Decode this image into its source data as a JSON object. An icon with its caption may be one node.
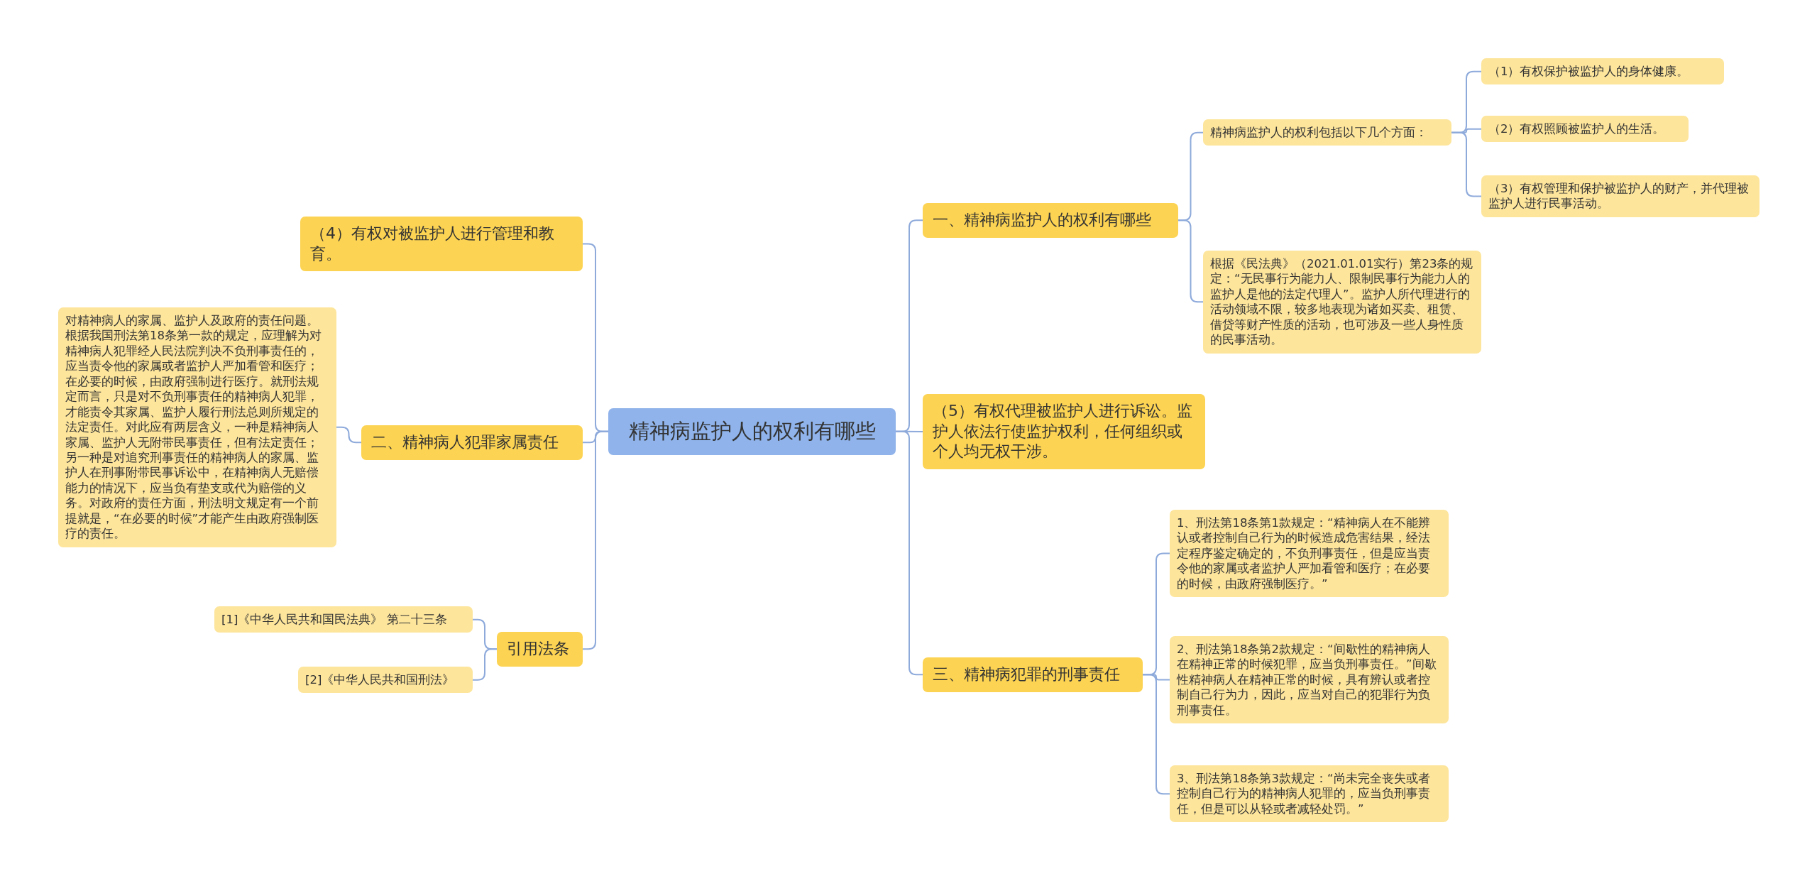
{
  "diagram": {
    "nodes": [
      {
        "text": [
          "精神病监护人的权利有哪些"
        ]
      },
      {
        "text": [
          "一、精神病监护人的权利有哪些"
        ]
      },
      {
        "text": [
          "精神病监护人的权利包括以下几个方面："
        ]
      },
      {
        "text": [
          "（1）有权保护被监护人的身体健康。"
        ]
      },
      {
        "text": [
          "（2）有权照顾被监护人的生活。"
        ]
      },
      {
        "text": [
          "（3）有权管理和保护被监护人的财产，并代理被监护人进行民事活动。"
        ]
      },
      {
        "text": [
          "根据《民法典》（2021.01.01实行）第23条的规定：“无民事行为能力人、限制民事行为能力人的监护人是他的法定代理人”。监护人所代理进行的活动领域不限，较多地表现为诸如买卖、租赁、借贷等财产性质的活动，也可涉及一些人身性质的民事活动。"
        ]
      },
      {
        "text": [
          "（5）有权代理被监护人进行诉讼。监护人依法行使监护权利，任何组织或个人均无权干涉。"
        ]
      },
      {
        "text": [
          "三、精神病犯罪的刑事责任"
        ]
      },
      {
        "text": [
          "1、刑法第18条第1款规定：“精神病人在不能辨认或者控制自己行为的时候造成危害结果，经法定程序鉴定确定的，不负刑事责任，但是应当责令他的家属或者监护人严加看管和医疗；在必要的时候，由政府强制医疗。”"
        ]
      },
      {
        "text": [
          "2、刑法第18条第2款规定：“间歇性的精神病人在精神正常的时候犯罪，应当负刑事责任。”间歇性精神病人在精神正常的时候，具有辨认或者控制自己行为力，因此，应当对自己的犯罪行为负刑事责任。"
        ]
      },
      {
        "text": [
          "3、刑法第18条第3款规定：“尚未完全丧失或者控制自己行为的精神病人犯罪的，应当负刑事责任，但是可以从轻或者减轻处罚。”"
        ]
      },
      {
        "text": [
          "（4）有权对被监护人进行管理和教育。"
        ]
      },
      {
        "text": [
          "二、精神病人犯罪家属责任"
        ]
      },
      {
        "text": [
          "对精神病人的家属、监护人及政府的责任问题。根据我国刑法第18条第一款的规定，应理解为对精神病人犯罪经人民法院判决不负刑事责任的，应当责令他的家属或者监护人严加看管和医疗；在必要的时候，由政府强制进行医疗。就刑法规定而言，只是对不负刑事责任的精神病人犯罪，才能责令其家属、监护人履行刑法总则所规定的法定责任。对此应有两层含义，一种是精神病人家属、监护人无附带民事责任，但有法定责任；另一种是对追究刑事责任的精神病人的家属、监护人在刑事附带民事诉讼中，在精神病人无赔偿能力的情况下，应当负有垫支或代为赔偿的义务。对政府的责任方面，刑法明文规定有一个前提就是，“在必要的时候”才能产生由政府强制医疗的责任。"
        ]
      },
      {
        "text": [
          "引用法条"
        ]
      },
      {
        "text": [
          "[1]《中华人民共和国民法典》 第二十三条"
        ]
      },
      {
        "text": [
          "[2]《中华人民共和国刑法》"
        ]
      }
    ],
    "edges": [
      {
        "from": 0,
        "to": 1,
        "arrow": "none"
      },
      {
        "from": 0,
        "to": 7,
        "arrow": "none"
      },
      {
        "from": 0,
        "to": 8,
        "arrow": "none"
      },
      {
        "from": 0,
        "to": 12,
        "arrow": "none"
      },
      {
        "from": 0,
        "to": 13,
        "arrow": "none"
      },
      {
        "from": 0,
        "to": 15,
        "arrow": "none"
      },
      {
        "from": 1,
        "to": 2,
        "arrow": "none"
      },
      {
        "from": 1,
        "to": 6,
        "arrow": "none"
      },
      {
        "from": 2,
        "to": 3,
        "arrow": "none"
      },
      {
        "from": 2,
        "to": 4,
        "arrow": "none"
      },
      {
        "from": 2,
        "to": 5,
        "arrow": "none"
      },
      {
        "from": 8,
        "to": 9,
        "arrow": "none"
      },
      {
        "from": 8,
        "to": 10,
        "arrow": "none"
      },
      {
        "from": 8,
        "to": 11,
        "arrow": "none"
      },
      {
        "from": 13,
        "to": 14,
        "arrow": "none"
      },
      {
        "from": 15,
        "to": 16,
        "arrow": "none"
      },
      {
        "from": 15,
        "to": 17,
        "arrow": "none"
      }
    ]
  }
}
